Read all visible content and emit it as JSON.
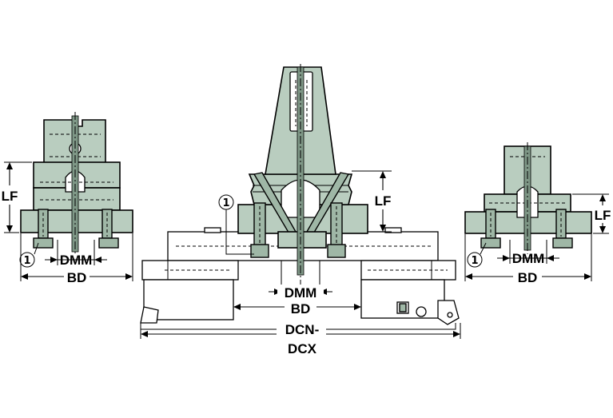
{
  "labels": {
    "left_lf": "LF",
    "left_dmm": "DMM",
    "left_bd": "BD",
    "left_callout": "1",
    "center_lf": "LF",
    "center_dmm": "DMM",
    "center_bd": "BD",
    "center_dcn_line1": "DCN-",
    "center_dcn_line2": "DCX",
    "center_callout": "1",
    "right_lf": "LF",
    "right_dmm": "DMM",
    "right_bd": "BD",
    "right_callout": "1"
  },
  "colors": {
    "body": "#b9cdbf",
    "body_dark": "#9fb7a6",
    "line": "#000000",
    "background": "#ffffff"
  }
}
